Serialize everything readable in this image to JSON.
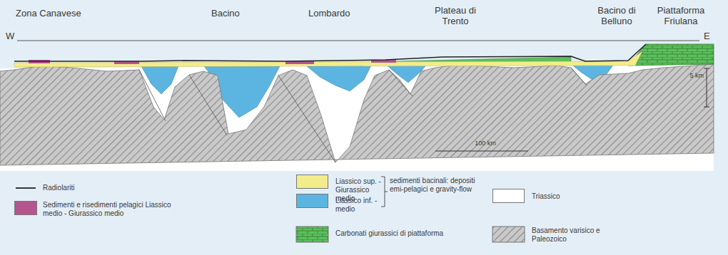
{
  "diagram": {
    "labels": [
      "Zona Canavese",
      "Bacino",
      "Lombardo",
      "Plateau di Trento",
      "Bacino di Belluno",
      "Piattaforma Friulana",
      "W",
      "E",
      "5 km",
      "100 km",
      "sedimenti bacinali: depositi emi-pelagici e gravity-flow"
    ],
    "legend": [
      {
        "text": "Radiolariti"
      },
      {
        "text": "Sedimenti e risedimenti pelagici Liassico medio - Giurassico medio",
        "color": "#b5548f"
      },
      {
        "text": "Liassico sup. - Giurassico medio",
        "color": "#f2ec8a"
      },
      {
        "text": "Liassico inf. - medio",
        "color": "#5bb5e0"
      },
      {
        "text": "Triassico",
        "color": "#ffffff"
      },
      {
        "text": "Carbonati giurassici di piattaforma"
      },
      {
        "text": "Basamento varisico e Paleozoico"
      }
    ]
  }
}
